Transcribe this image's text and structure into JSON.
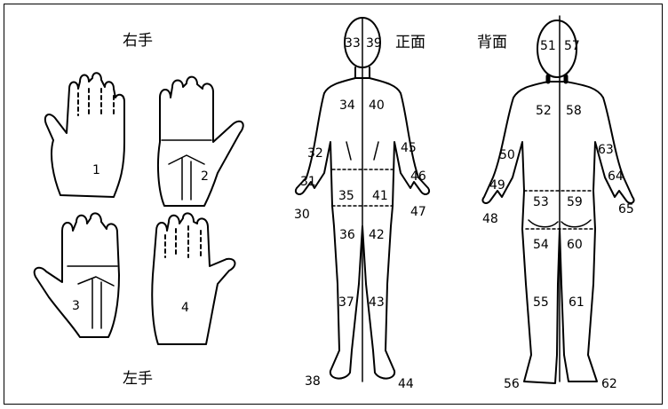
{
  "titles": {
    "right_hand": "右手",
    "left_hand": "左手",
    "front": "正面",
    "back": "背面"
  },
  "hands": [
    "1",
    "2",
    "3",
    "4"
  ],
  "front_labels": [
    "33",
    "39",
    "34",
    "40",
    "32",
    "45",
    "31",
    "46",
    "35",
    "41",
    "30",
    "47",
    "36",
    "42",
    "37",
    "43",
    "38",
    "44"
  ],
  "back_labels": [
    "51",
    "57",
    "52",
    "58",
    "50",
    "63",
    "49",
    "64",
    "53",
    "59",
    "48",
    "65",
    "54",
    "60",
    "55",
    "61",
    "56",
    "62"
  ]
}
